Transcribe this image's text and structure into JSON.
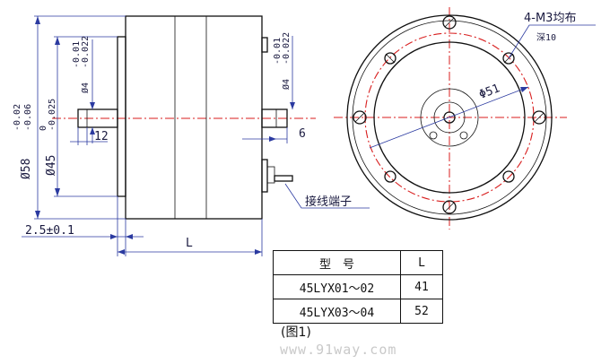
{
  "side_view": {
    "dim_outer_dia": "Ø58",
    "dim_outer_tol_upper": "-0.02",
    "dim_outer_tol_lower": "-0.06",
    "dim_pilot_dia": "Ø45",
    "dim_pilot_tol_upper": "0",
    "dim_pilot_tol_lower": "-0.025",
    "dim_shaft_left_dia": "Ø4",
    "dim_shaft_left_tol_upper": "-0.01",
    "dim_shaft_left_tol_lower": "-0.022",
    "dim_shaft_right_dia": "Ø4",
    "dim_shaft_right_tol_upper": "-0.01",
    "dim_shaft_right_tol_lower": "-0.022",
    "dim_shaft_left_len": "12",
    "dim_shaft_right_len": "6",
    "dim_pilot_depth": "2.5±0.1",
    "dim_length": "L",
    "terminal_label": "接线端子"
  },
  "front_view": {
    "hole_note": "4-M3均布",
    "hole_depth": "深10",
    "pcd_dia": "Φ51"
  },
  "spec_table": {
    "headers": [
      "型　号",
      "L"
    ],
    "rows": [
      [
        "45LYX01～02",
        "41"
      ],
      [
        "45LYX03～04",
        "52"
      ]
    ]
  },
  "figure_label": "(图1)",
  "watermark": "www.91way.com"
}
